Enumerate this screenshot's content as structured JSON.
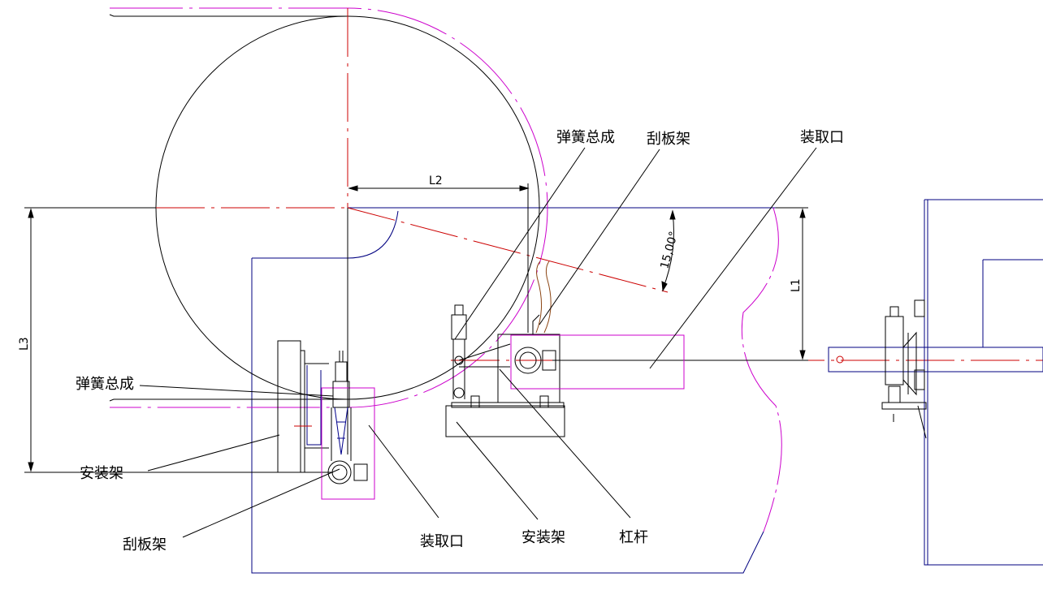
{
  "colors": {
    "outline": "#000000",
    "housing": "#000080",
    "centerline": "#cc0000",
    "belt": "#cc00cc",
    "spring": "#00008b",
    "hose": "#8b4513",
    "background": "#ffffff"
  },
  "labels": {
    "spring_assembly_right": "弹簧总成",
    "scraper_frame_right": "刮板架",
    "access_port_right": "装取口",
    "spring_assembly_left": "弹簧总成",
    "mounting_bracket_left": "安装架",
    "scraper_frame_left": "刮板架",
    "access_port_bottom": "装取口",
    "mounting_bracket_bottom": "安装架",
    "lever": "杠杆"
  },
  "dimensions": {
    "l1": "L1",
    "l2": "L2",
    "l3": "L3",
    "angle": "15,00°"
  }
}
